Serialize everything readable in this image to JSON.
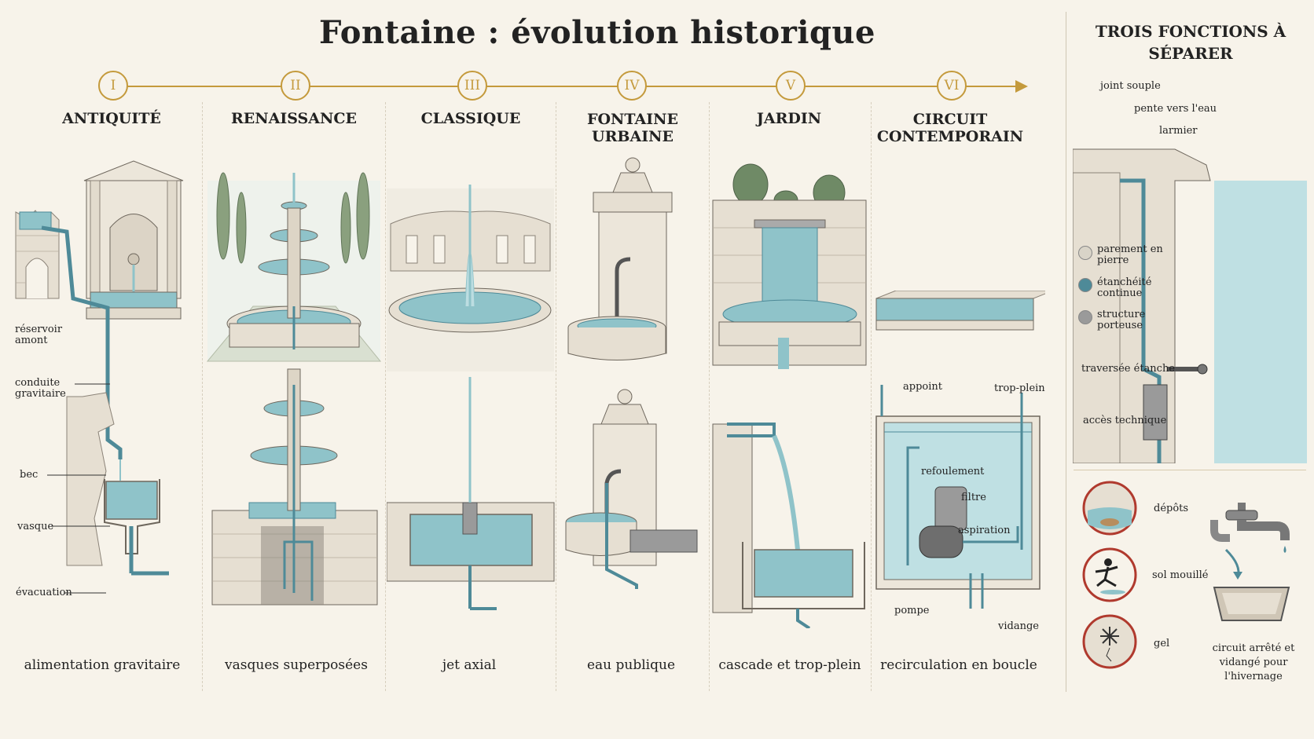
{
  "title": "Fontaine : évolution historique",
  "timeline": {
    "markers": [
      "I",
      "II",
      "III",
      "IV",
      "V",
      "VI"
    ],
    "accent_color": "#c49a3c"
  },
  "periods": [
    {
      "title": "ANTIQUITÉ",
      "caption": "alimentation gravitaire",
      "labels": {
        "reservoir": "réservoir amont",
        "conduite": "conduite gravitaire",
        "bec": "bec",
        "vasque": "vasque",
        "evacuation": "évacuation"
      }
    },
    {
      "title": "RENAISSANCE",
      "caption": "vasques superposées"
    },
    {
      "title": "CLASSIQUE",
      "caption": "jet axial"
    },
    {
      "title": "FONTAINE URBAINE",
      "caption": "eau publique"
    },
    {
      "title": "JARDIN",
      "caption": "cascade et trop-plein"
    },
    {
      "title": "CIRCUIT CONTEMPORAIN",
      "caption": "recirculation en boucle",
      "labels": {
        "appoint": "appoint",
        "trop_plein": "trop-plein",
        "refoulement": "refoulement",
        "filtre": "filtre",
        "aspiration": "aspiration",
        "pompe": "pompe",
        "vidange": "vidange"
      }
    }
  ],
  "sidebar": {
    "title": "TROIS FONCTIONS À SÉPARER",
    "detail_labels": {
      "joint": "joint souple",
      "pente": "pente vers l'eau",
      "larmier": "larmier",
      "traversee": "traversée étanche",
      "acces": "accès technique"
    },
    "legend": [
      {
        "label": "parement en pierre",
        "color": "#d9d4c8"
      },
      {
        "label": "étanchéité continue",
        "color": "#4e8a98"
      },
      {
        "label": "structure porteuse",
        "color": "#9a9a9a"
      }
    ],
    "risks": [
      {
        "label": "dépôts",
        "icon": "deposits-icon"
      },
      {
        "label": "sol mouillé",
        "icon": "slip-icon"
      },
      {
        "label": "gel",
        "icon": "frost-icon"
      }
    ],
    "winter_caption": "circuit arrêté et vidangé pour l'hivernage"
  },
  "colors": {
    "water": "#8fc3c9",
    "pipe": "#4e8a98",
    "stone": "#e4ddd0",
    "risk_ring": "#b03a2e"
  }
}
